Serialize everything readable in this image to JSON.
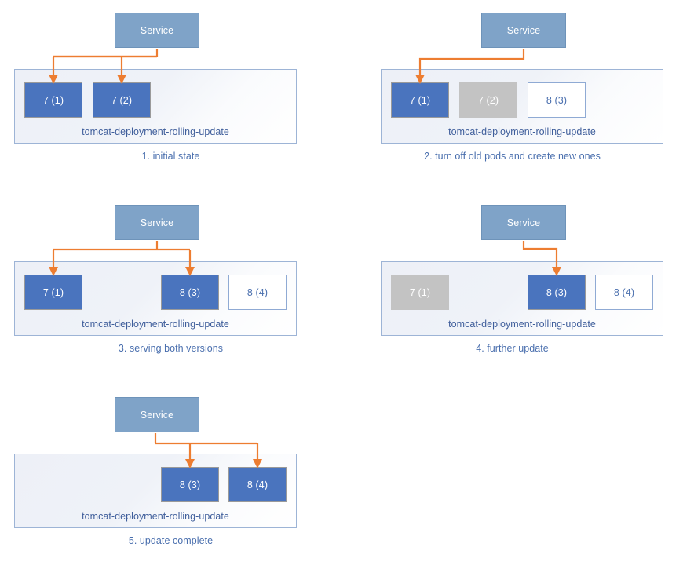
{
  "colors": {
    "service_fill": "#7FA3C8",
    "pod_active": "#4A74BE",
    "pod_inactive": "#C3C3C3",
    "pod_pending_border": "#8FAAD4",
    "connector": "#ED7D31",
    "deployment_border": "#9DB4D6",
    "caption_text": "#4A6FAE",
    "deployment_label_text": "#3F5E9B"
  },
  "labels": {
    "service": "Service",
    "deployment": "tomcat-deployment-rolling-update"
  },
  "panels": [
    {
      "id": "panel-1",
      "caption": "1. initial state",
      "service_label": "Service",
      "deployment_label": "tomcat-deployment-rolling-update",
      "pods": [
        {
          "label": "7 (1)",
          "state": "active"
        },
        {
          "label": "7 (2)",
          "state": "active"
        }
      ],
      "arrow_targets": [
        "7 (1)",
        "7 (2)"
      ]
    },
    {
      "id": "panel-2",
      "caption": "2. turn off old pods and create new ones",
      "service_label": "Service",
      "deployment_label": "tomcat-deployment-rolling-update",
      "pods": [
        {
          "label": "7 (1)",
          "state": "active"
        },
        {
          "label": "7 (2)",
          "state": "inactive"
        },
        {
          "label": "8 (3)",
          "state": "pending"
        }
      ],
      "arrow_targets": [
        "7 (1)"
      ]
    },
    {
      "id": "panel-3",
      "caption": "3. serving both versions",
      "service_label": "Service",
      "deployment_label": "tomcat-deployment-rolling-update",
      "pods": [
        {
          "label": "7 (1)",
          "state": "active"
        },
        {
          "label": "8 (3)",
          "state": "active"
        },
        {
          "label": "8 (4)",
          "state": "pending"
        }
      ],
      "arrow_targets": [
        "7 (1)",
        "8 (3)"
      ]
    },
    {
      "id": "panel-4",
      "caption": "4. further update",
      "service_label": "Service",
      "deployment_label": "tomcat-deployment-rolling-update",
      "pods": [
        {
          "label": "7 (1)",
          "state": "inactive"
        },
        {
          "label": "8 (3)",
          "state": "active"
        },
        {
          "label": "8 (4)",
          "state": "pending"
        }
      ],
      "arrow_targets": [
        "8 (3)"
      ]
    },
    {
      "id": "panel-5",
      "caption": "5. update complete",
      "service_label": "Service",
      "deployment_label": "tomcat-deployment-rolling-update",
      "pods": [
        {
          "label": "8 (3)",
          "state": "active"
        },
        {
          "label": "8 (4)",
          "state": "active"
        }
      ],
      "arrow_targets": [
        "8 (3)",
        "8 (4)"
      ]
    }
  ]
}
